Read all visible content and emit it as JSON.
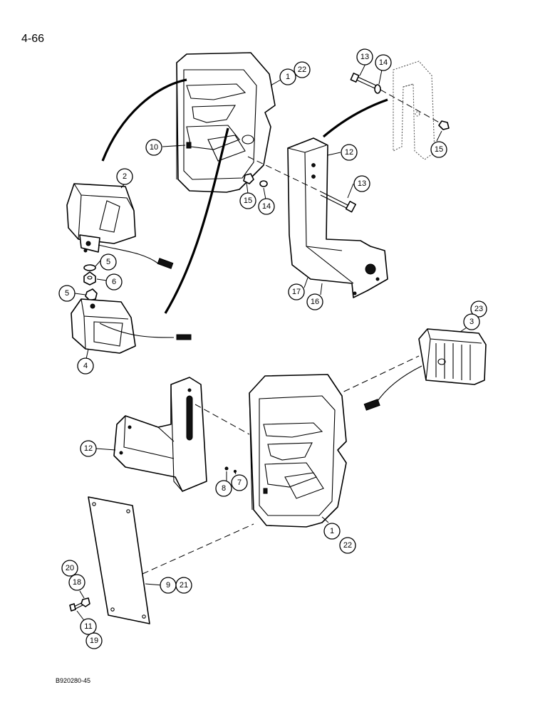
{
  "page": {
    "number": "4-66",
    "figure_code": "B920280-45"
  },
  "callouts": [
    {
      "id": "c-1-22-top",
      "lines": [
        "1",
        "22"
      ]
    },
    {
      "id": "c-13-top",
      "lines": [
        "13"
      ]
    },
    {
      "id": "c-14-top",
      "lines": [
        "14"
      ]
    },
    {
      "id": "c-15-right",
      "lines": [
        "15"
      ]
    },
    {
      "id": "c-10",
      "lines": [
        "10"
      ]
    },
    {
      "id": "c-12-top",
      "lines": [
        "12"
      ]
    },
    {
      "id": "c-2",
      "lines": [
        "2"
      ]
    },
    {
      "id": "c-13-mid",
      "lines": [
        "13"
      ]
    },
    {
      "id": "c-15-mid",
      "lines": [
        "15"
      ]
    },
    {
      "id": "c-14-mid",
      "lines": [
        "14"
      ]
    },
    {
      "id": "c-5-top",
      "lines": [
        "5"
      ]
    },
    {
      "id": "c-6",
      "lines": [
        "6"
      ]
    },
    {
      "id": "c-5-bottom",
      "lines": [
        "5"
      ]
    },
    {
      "id": "c-17",
      "lines": [
        "17"
      ]
    },
    {
      "id": "c-16",
      "lines": [
        "16"
      ]
    },
    {
      "id": "c-23-3",
      "lines": [
        "23",
        "3"
      ]
    },
    {
      "id": "c-4",
      "lines": [
        "4"
      ]
    },
    {
      "id": "c-12-bottom",
      "lines": [
        "12"
      ]
    },
    {
      "id": "c-8",
      "lines": [
        "8"
      ]
    },
    {
      "id": "c-7",
      "lines": [
        "7"
      ]
    },
    {
      "id": "c-1-22-bottom",
      "lines": [
        "1",
        "22"
      ]
    },
    {
      "id": "c-9-21",
      "lines": [
        "9",
        "21"
      ]
    },
    {
      "id": "c-20-18",
      "lines": [
        "20",
        "18"
      ]
    },
    {
      "id": "c-11-19",
      "lines": [
        "11",
        "19"
      ]
    }
  ]
}
